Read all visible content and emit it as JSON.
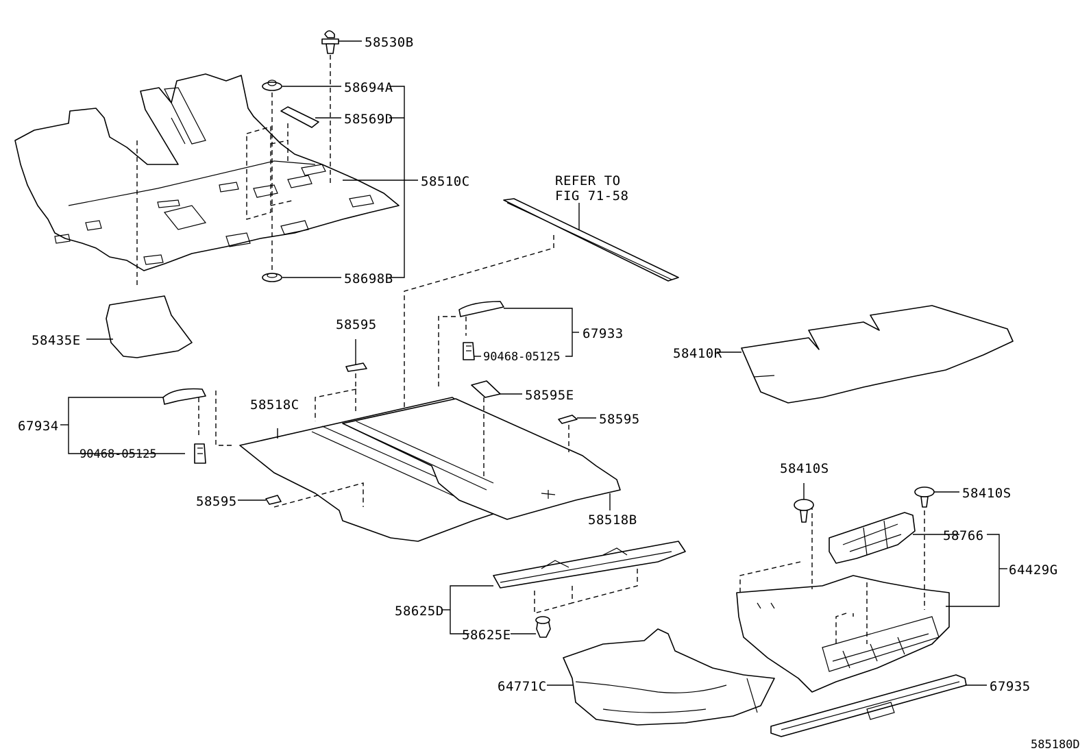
{
  "diagram_id": "585180D",
  "reference_note": {
    "line1": "REFER TO",
    "line2": "FIG 71-58"
  },
  "labels": {
    "p58530B": "58530B",
    "p58694A": "58694A",
    "p58569D": "58569D",
    "p58510C": "58510C",
    "p58698B": "58698B",
    "p58435E": "58435E",
    "p58595_top": "58595",
    "p67933": "67933",
    "p90468_right": "90468-05125",
    "p58410R": "58410R",
    "p58595E": "58595E",
    "p58595_right": "58595",
    "p58518C": "58518C",
    "p67934": "67934",
    "p90468_left": "90468-05125",
    "p58595_left": "58595",
    "p58518B": "58518B",
    "p58410S_left": "58410S",
    "p58410S_right": "58410S",
    "p58766": "58766",
    "p64429G": "64429G",
    "p58625D": "58625D",
    "p58625E": "58625E",
    "p64771C": "64771C",
    "p67935": "67935"
  }
}
